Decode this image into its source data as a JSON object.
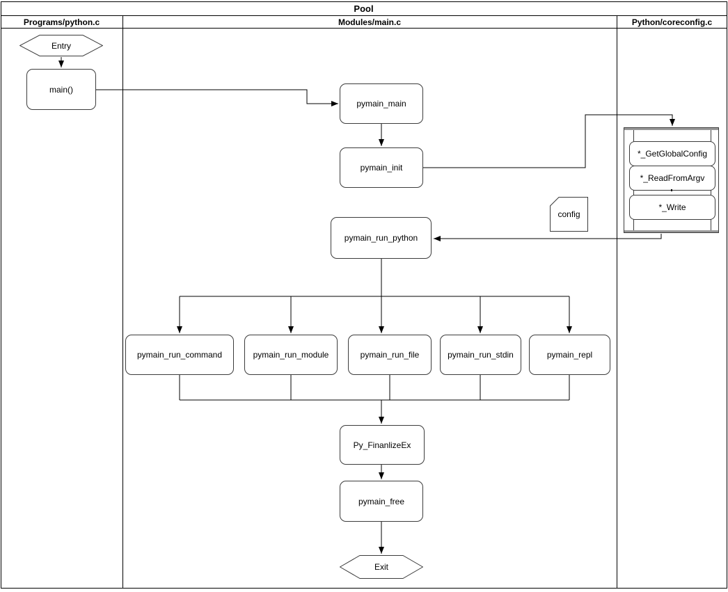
{
  "pool": {
    "title": "Pool",
    "lanes": [
      {
        "label": "Programs/python.c"
      },
      {
        "label": "Modules/main.c"
      },
      {
        "label": "Python/coreconfig.c"
      }
    ]
  },
  "nodes": {
    "entry": "Entry",
    "main": "main()",
    "pymain_main": "pymain_main",
    "pymain_init": "pymain_init",
    "get_global_config": "*_GetGlobalConfig",
    "read_from_argv": "*_ReadFromArgv",
    "write": "*_Write",
    "config": "config",
    "pymain_run_python": "pymain_run_python",
    "pymain_run_command": "pymain_run_command",
    "pymain_run_module": "pymain_run_module",
    "pymain_run_file": "pymain_run_file",
    "pymain_run_stdin": "pymain_run_stdin",
    "pymain_repl": "pymain_repl",
    "py_finanlize_ex": "Py_FinanlizeEx",
    "pymain_free": "pymain_free",
    "exit": "Exit"
  },
  "colors": {
    "connector": "#000000",
    "node_border": "#3b3b3b",
    "container_bar": "#999999",
    "background": "#ffffff"
  }
}
